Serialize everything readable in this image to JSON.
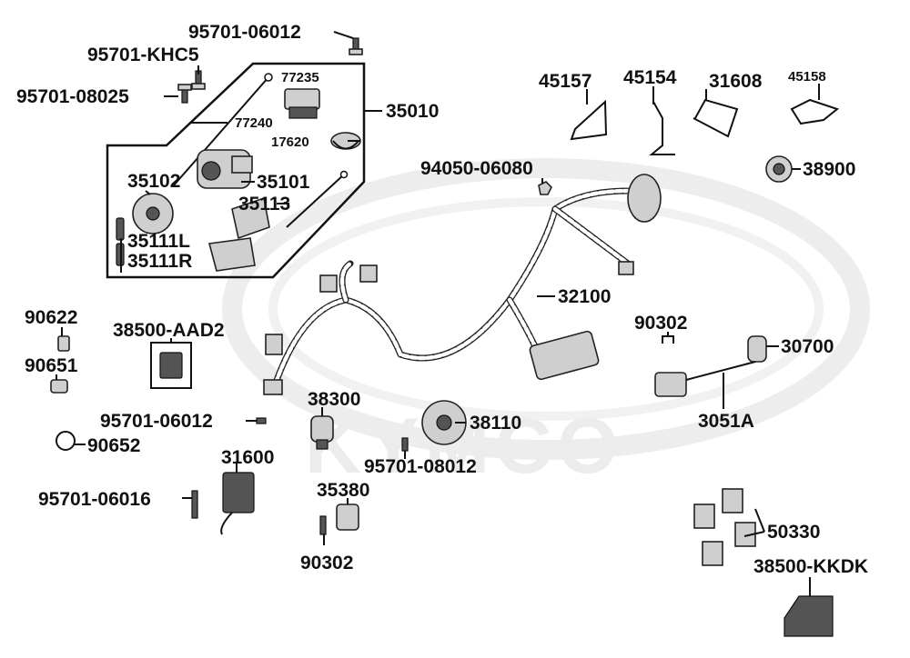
{
  "watermark": {
    "logo_text": "KYMCO"
  },
  "labels": {
    "p95701_06012_top": "95701-06012",
    "p95701_KHC5": "95701-KHC5",
    "p95701_08025": "95701-08025",
    "p35010": "35010",
    "p77235": "77235",
    "p77240": "77240",
    "p17620": "17620",
    "p35102": "35102",
    "p35101": "35101",
    "p35113": "35113",
    "p35111L": "35111L",
    "p35111R": "35111R",
    "p45157": "45157",
    "p45154": "45154",
    "p31608": "31608",
    "p45158": "45158",
    "p94050_06080": "94050-06080",
    "p38900": "38900",
    "p32100": "32100",
    "p90622": "90622",
    "p90651": "90651",
    "p38500_AAD2": "38500-AAD2",
    "p90302_right": "90302",
    "p30700": "30700",
    "p3051A": "3051A",
    "p38300": "38300",
    "p95701_06012_mid": "95701-06012",
    "p38110": "38110",
    "p90652": "90652",
    "p95701_08012": "95701-08012",
    "p31600": "31600",
    "p95701_06016": "95701-06016",
    "p35380": "35380",
    "p90302_bottom": "90302",
    "p50330": "50330",
    "p38500_KKDK": "38500-KKDK"
  },
  "colors": {
    "line": "#111111",
    "part_fill": "#cfcfcf",
    "watermark": "#ececec"
  }
}
